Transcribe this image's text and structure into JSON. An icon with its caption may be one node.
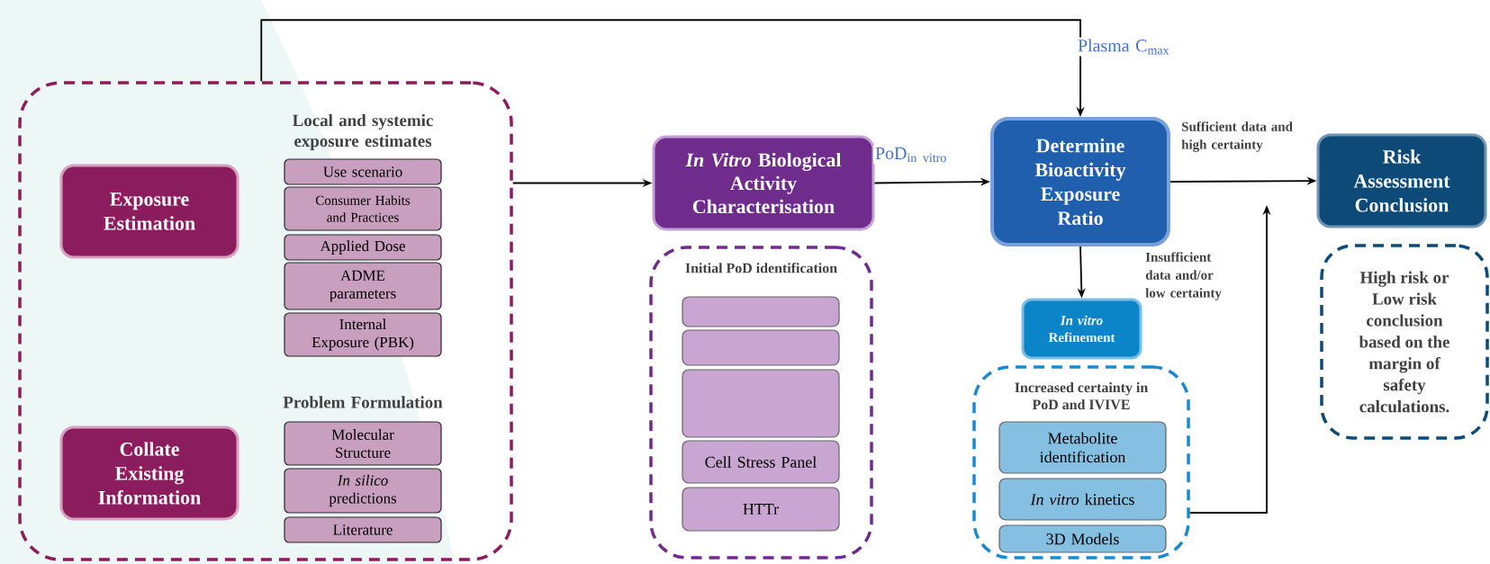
{
  "diagram": {
    "nodes": [
      {
        "text": [],
        "shape": "box"
      },
      {
        "text": [
          "Exposure Estimation"
        ],
        "in": 0
      },
      {
        "text": [
          "Use scenario"
        ],
        "in": 0
      },
      {
        "text": [
          "Consumer Habits and Practices"
        ],
        "in": 0
      },
      {
        "text": [
          "Applied Dose"
        ],
        "in": 0
      },
      {
        "text": [
          "ADME parameters"
        ],
        "in": 0
      },
      {
        "text": [
          "Internal Exposure (PBK)"
        ],
        "in": 0
      },
      {
        "text": [
          "Collate Existing Information"
        ],
        "in": 0
      },
      {
        "text": [
          "Molecular Structure"
        ],
        "in": 0
      },
      {
        "text": [
          "*In silico* predictions"
        ],
        "in": 0
      },
      {
        "text": [
          "Literature"
        ],
        "in": 0
      },
      {
        "text": [
          "*In Vitro* Biological Activity Characterisation"
        ]
      },
      {
        "text": [
          "Initial PoD identification"
        ]
      },
      {
        "text": [],
        "shape": "box",
        "in": 12
      },
      {
        "text": [],
        "shape": "box",
        "in": 12
      },
      {
        "text": [],
        "shape": "box",
        "in": 12
      },
      {
        "text": [
          "Cell Stress Panel"
        ],
        "in": 12
      },
      {
        "text": [
          "HTTr"
        ],
        "in": 12
      },
      {
        "text": [
          "Determine Bioactivity Exposure Ratio"
        ]
      },
      {
        "text": [
          "Risk Assessment Conclusion"
        ]
      },
      {
        "text": [
          "*In vitro* Refinement"
        ]
      },
      {
        "text": [
          "Increased certainty in PoD and IVIVE"
        ]
      },
      {
        "text": [
          "Metabolite identification"
        ],
        "in": 21
      },
      {
        "text": [
          "*In vitro* kinetics"
        ],
        "in": 21
      },
      {
        "text": [
          "3D Models"
        ],
        "in": 21
      },
      {
        "text": [
          "High risk or Low risk conclusion based on the margin of safety calculations."
        ]
      }
    ],
    "edges": [
      {
        "from": 0,
        "to": 18,
        "arrow": "to",
        "label": "Plasma C$_{max}$"
      },
      {
        "from": 0,
        "to": 11,
        "arrow": "to"
      },
      {
        "from": 11,
        "to": 18,
        "arrow": "to",
        "label": "\\mathrm{PoD}_{\\mathrm{in\\ vitro}}"
      },
      {
        "from": 18,
        "to": 19,
        "arrow": "to",
        "label": "Sufficient data and high certainty"
      },
      {
        "from": 18,
        "to": 20,
        "arrow": "to",
        "label": "Insufficient data and/or low certainty"
      },
      {
        "from": 21,
        "to": null,
        "arrow": "to"
      }
    ],
    "labels": [
      "Local and systemic exposure estimates",
      "Problem Formulation"
    ]
  }
}
